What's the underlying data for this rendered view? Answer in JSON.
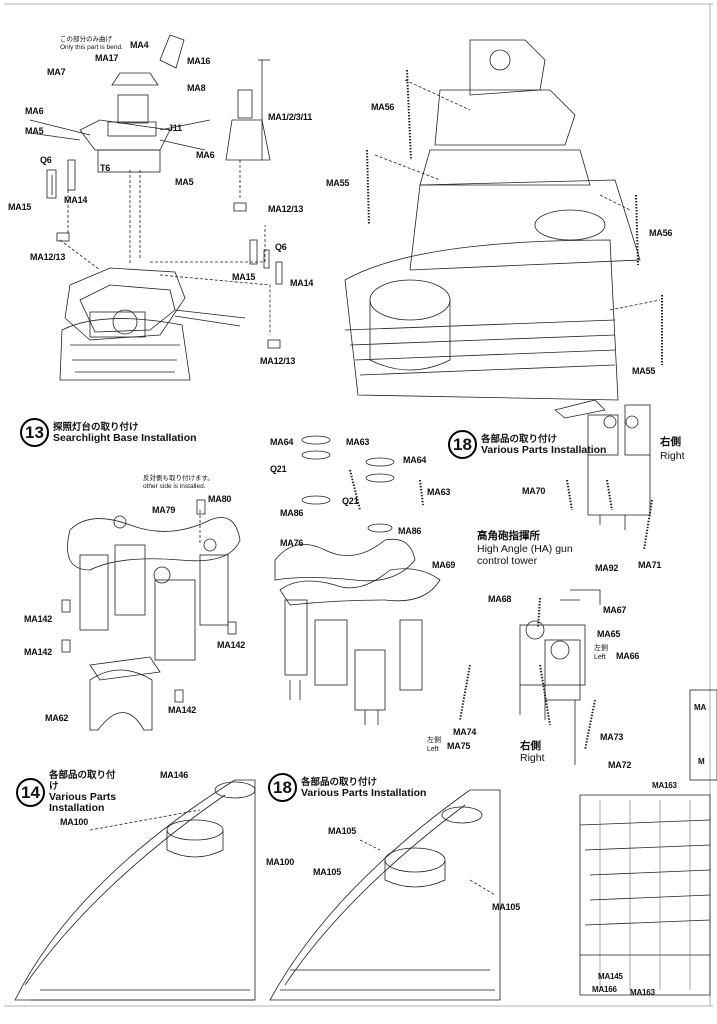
{
  "steps": [
    {
      "number": "13",
      "title_jp": "探照灯台の取り付け",
      "title_en": "Searchlight Base Installation"
    },
    {
      "number": "18",
      "title_jp": "各部品の取り付け",
      "title_en": "Various Parts Installation"
    },
    {
      "number": "14",
      "title_jp": "各部品の取り付け",
      "title_en": "Various Parts Installation"
    },
    {
      "number": "18",
      "title_jp": "各部品の取り付け",
      "title_en": "Various Parts Installation"
    }
  ],
  "notes": {
    "bend_jp": "この部分のみ曲げ",
    "bend_en": "Only this part is bend.",
    "other_side_jp": "反対側も取り付けます。",
    "other_side_en": "other side is installed.",
    "right_jp": "右側",
    "right_en": "Right",
    "left_jp": "左側",
    "left_en": "Left",
    "right2_jp": "右側",
    "right2_en": "Right",
    "left2_jp": "左側",
    "left2_en": "Left",
    "ha_jp": "高角砲指揮所",
    "ha_en": "High Angle (HA) gun control tower"
  },
  "parts": {
    "p01": "MA4",
    "p02": "MA17",
    "p03": "MA16",
    "p04": "MA7",
    "p05": "MA8",
    "p06": "MA6",
    "p07": "MA5",
    "p08": "J11",
    "p09": "MA6",
    "p10": "Q6",
    "p11": "T6",
    "p12": "MA5",
    "p13": "MA15",
    "p14": "MA14",
    "p15": "MA1/2/3/11",
    "p16": "MA12/13",
    "p17": "MA12/13",
    "p18": "Q6",
    "p19": "MA15",
    "p20": "MA14",
    "p21": "MA12/13",
    "p22": "MA56",
    "p23": "MA55",
    "p24": "MA56",
    "p25": "MA55",
    "p26": "MA64",
    "p27": "MA63",
    "p28": "MA64",
    "p29": "Q21",
    "p30": "MA63",
    "p31": "MA86",
    "p32": "Q21",
    "p33": "MA86",
    "p34": "MA76",
    "p35": "MA69",
    "p36": "MA80",
    "p37": "MA79",
    "p38": "MA142",
    "p39": "MA142",
    "p40": "MA142",
    "p41": "MA62",
    "p42": "MA142",
    "p43": "MA70",
    "p44": "MA71",
    "p45": "MA92",
    "p46": "MA68",
    "p47": "MA67",
    "p48": "MA65",
    "p49": "MA66",
    "p50": "MA74",
    "p51": "MA75",
    "p52": "MA73",
    "p53": "MA72",
    "p54": "MA146",
    "p55": "MA100",
    "p56": "MA100",
    "p57": "MA105",
    "p58": "MA105",
    "p59": "MA105",
    "p60": "MA163",
    "p61": "MA145",
    "p62": "MA166",
    "p63": "MA163",
    "p64": "MA",
    "p65": "M"
  }
}
